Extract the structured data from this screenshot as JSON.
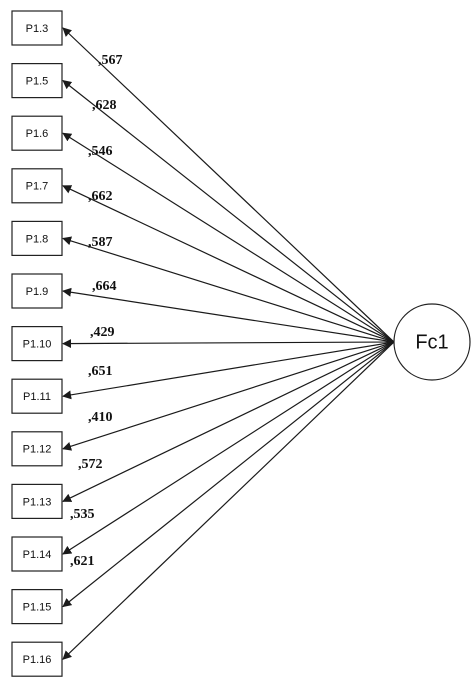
{
  "factor": {
    "label": "Fc1"
  },
  "indicators": [
    {
      "label": "P1.3",
      "weight": ",567"
    },
    {
      "label": "P1.5",
      "weight": ",628"
    },
    {
      "label": "P1.6",
      "weight": ",546"
    },
    {
      "label": "P1.7",
      "weight": ",662"
    },
    {
      "label": "P1.8",
      "weight": ",587"
    },
    {
      "label": "P1.9",
      "weight": ",664"
    },
    {
      "label": "P1.10",
      "weight": ",429"
    },
    {
      "label": "P1.11",
      "weight": ",651"
    },
    {
      "label": "P1.12",
      "weight": ",410"
    },
    {
      "label": "P1.13",
      "weight": ",572"
    },
    {
      "label": "P1.14",
      "weight": ",535"
    },
    {
      "label": "P1.15",
      "weight": ",621"
    },
    {
      "label": "P1.16",
      "weight": ""
    }
  ],
  "colors": {
    "line": "#1a1a1a",
    "text": "#111111",
    "background": "#ffffff"
  }
}
